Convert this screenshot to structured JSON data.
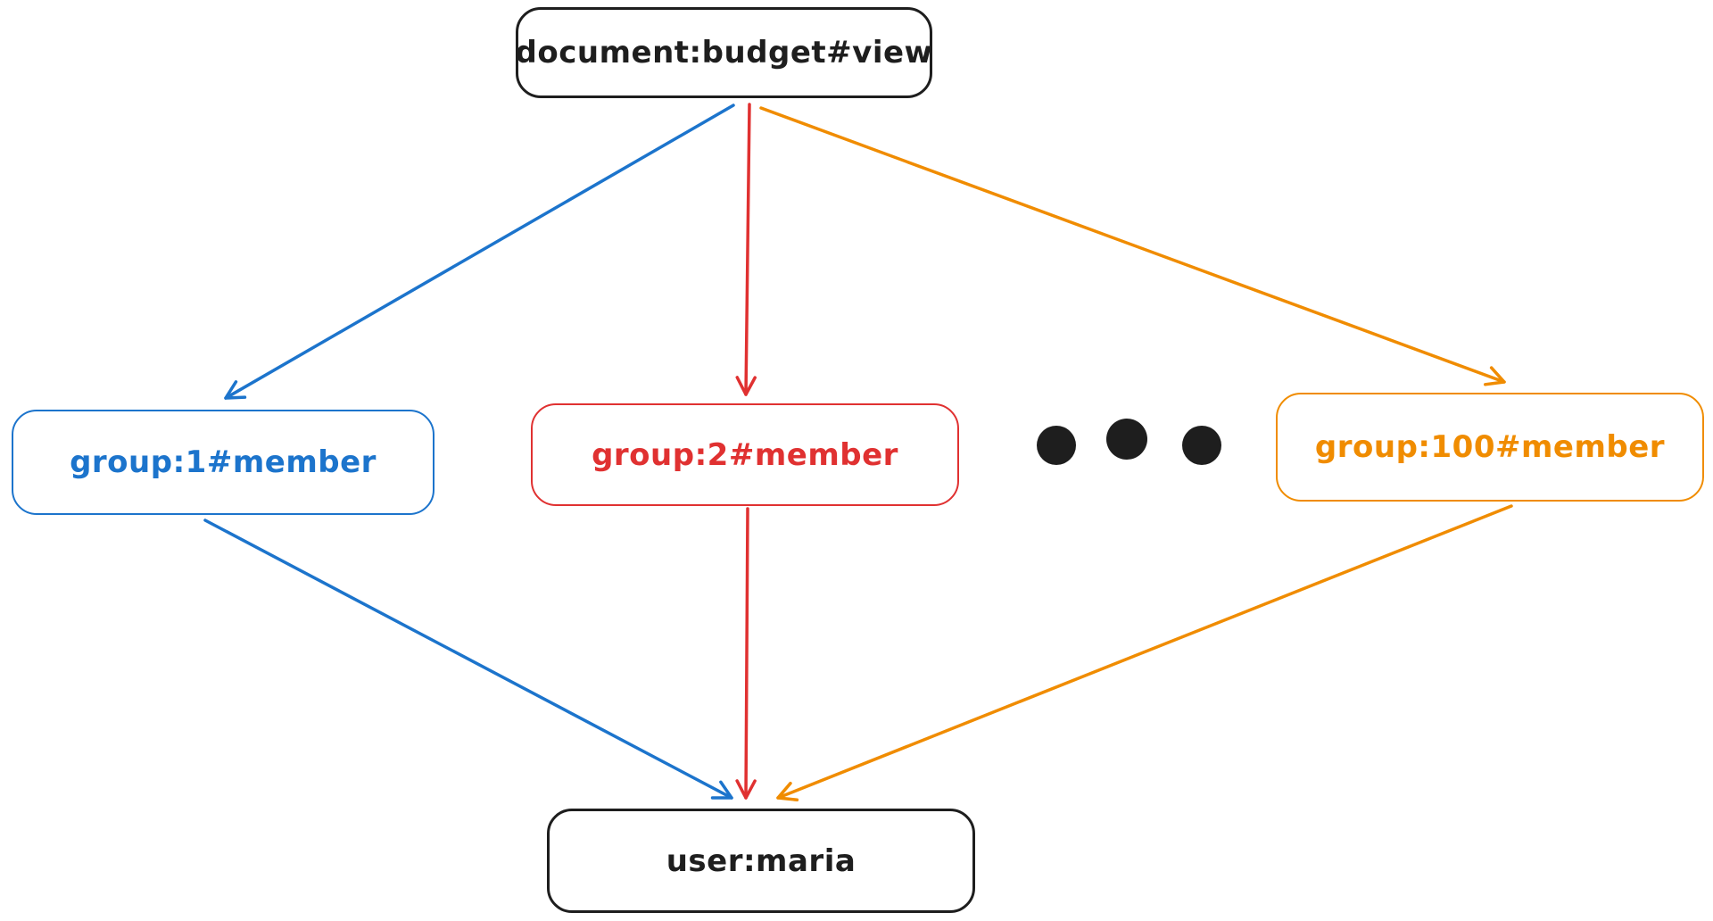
{
  "diagram": {
    "type": "graph",
    "background": "#ffffff",
    "colors": {
      "black": "#1e1e1e",
      "blue": "#1c74cc",
      "red": "#e03131",
      "orange": "#f08c00"
    },
    "nodes": {
      "document": {
        "label": "document:budget#view",
        "color": "#1e1e1e"
      },
      "group1": {
        "label": "group:1#member",
        "color": "#1c74cc"
      },
      "group2": {
        "label": "group:2#member",
        "color": "#e03131"
      },
      "group100": {
        "label": "group:100#member",
        "color": "#f08c00"
      },
      "user": {
        "label": "user:maria",
        "color": "#1e1e1e"
      }
    },
    "ellipsis": {
      "dots": 3,
      "color": "#1e1e1e"
    },
    "edges": [
      {
        "from": "document:budget#view",
        "to": "group:1#member",
        "color": "#1c74cc"
      },
      {
        "from": "document:budget#view",
        "to": "group:2#member",
        "color": "#e03131"
      },
      {
        "from": "document:budget#view",
        "to": "group:100#member",
        "color": "#f08c00"
      },
      {
        "from": "group:1#member",
        "to": "user:maria",
        "color": "#1c74cc"
      },
      {
        "from": "group:2#member",
        "to": "user:maria",
        "color": "#e03131"
      },
      {
        "from": "group:100#member",
        "to": "user:maria",
        "color": "#f08c00"
      }
    ]
  }
}
